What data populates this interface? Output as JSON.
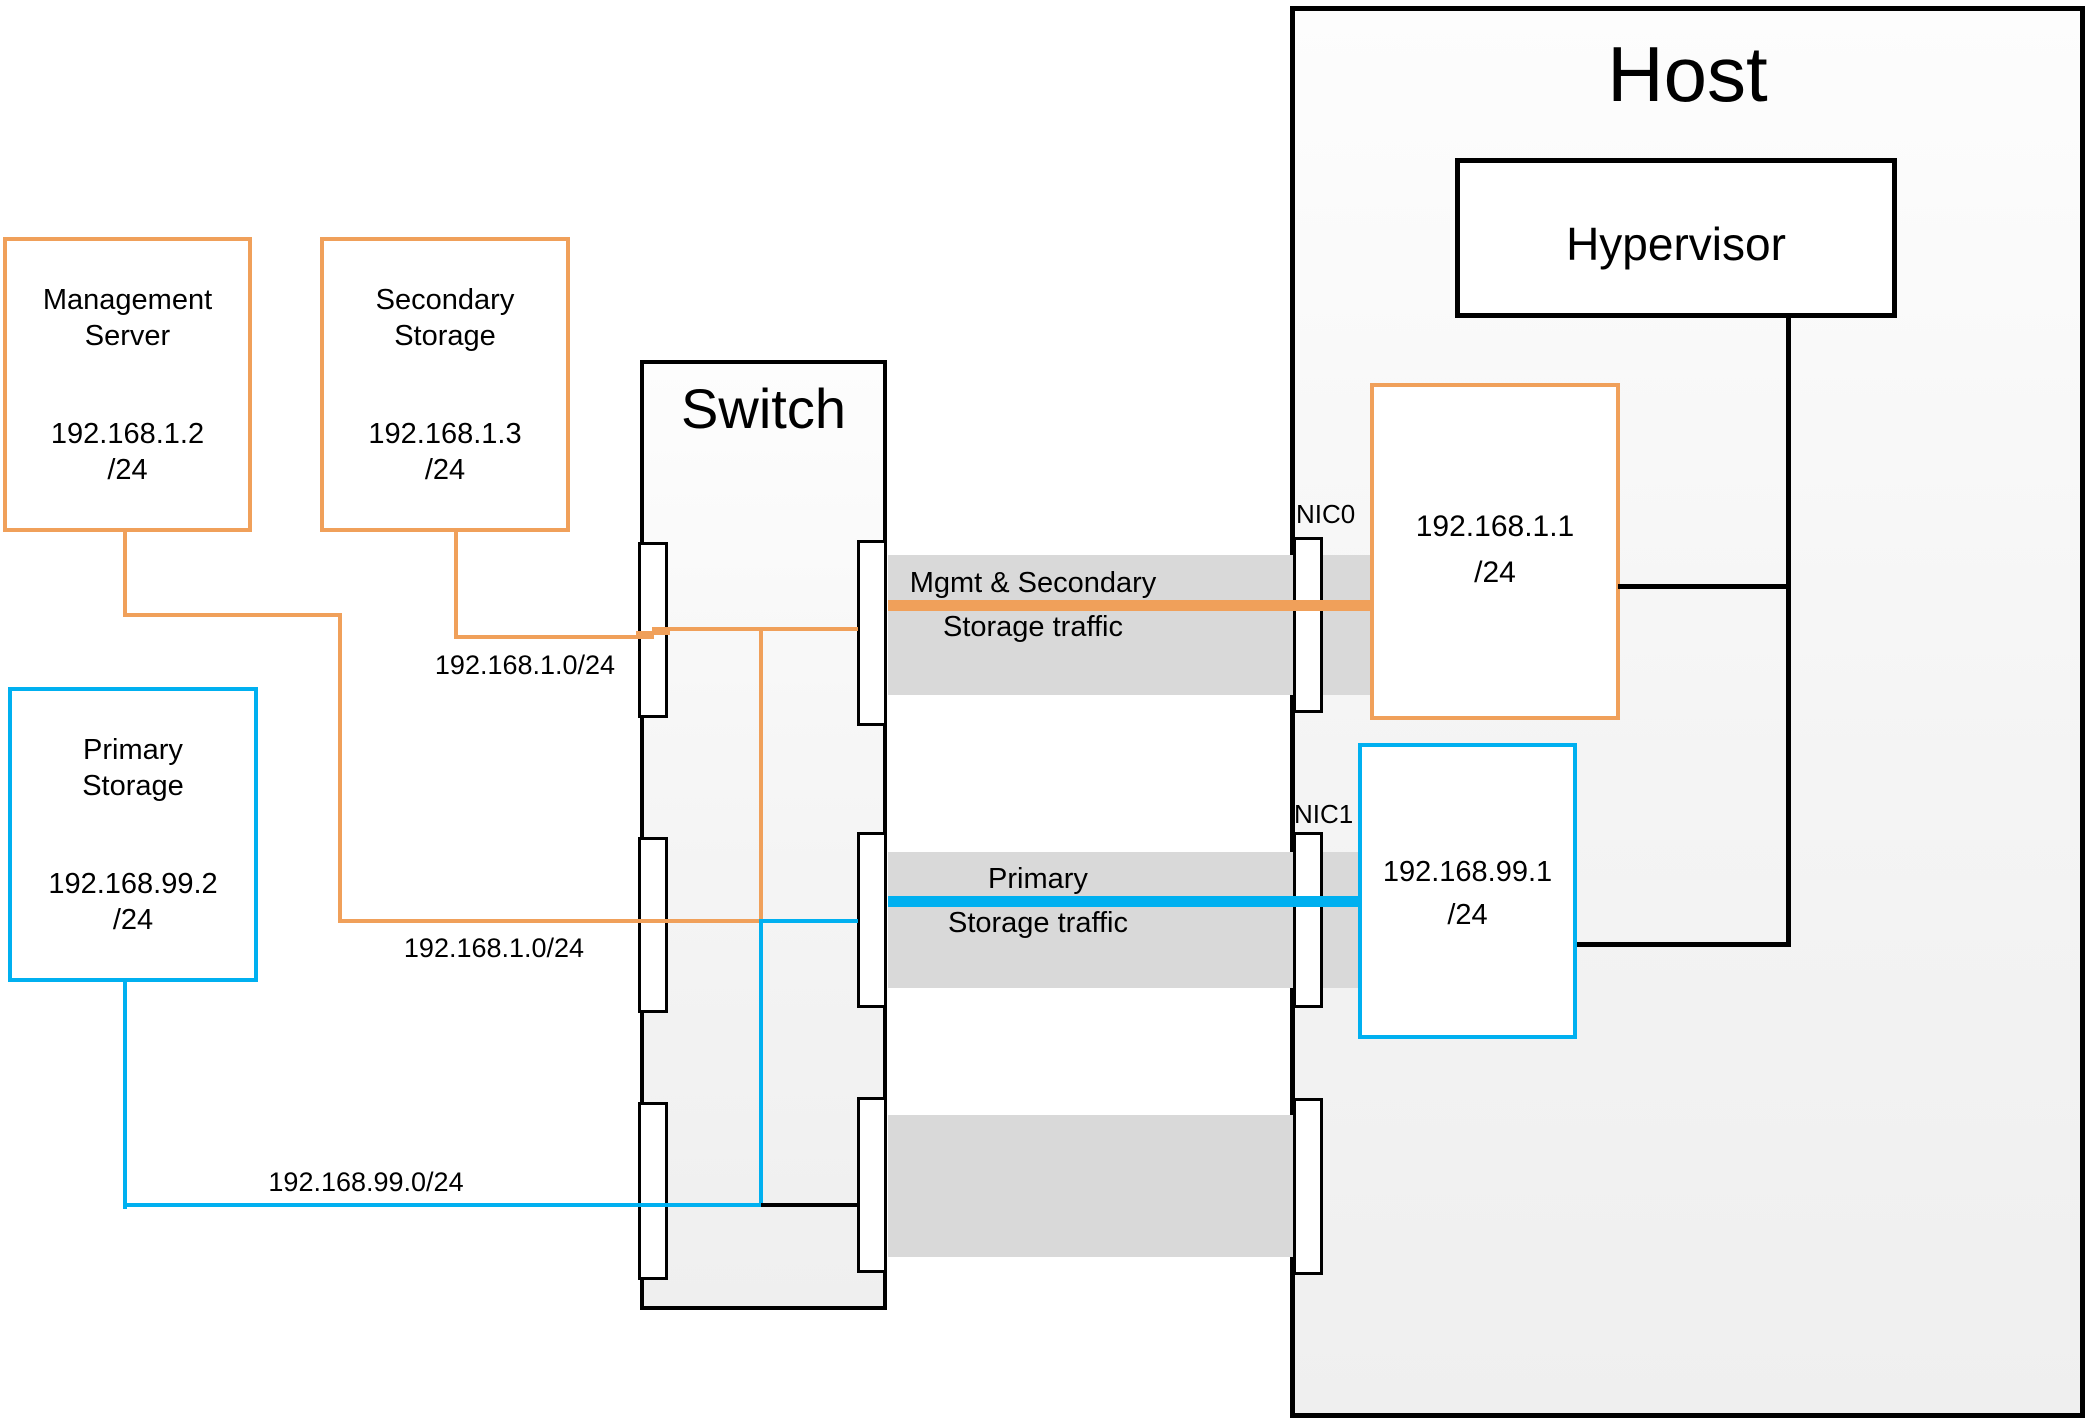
{
  "colors": {
    "orange": "#f0a05a",
    "blue": "#00b0f0",
    "band_gray": "#d9d9d9",
    "line_black": "#000000"
  },
  "host": {
    "title": "Host",
    "hypervisor_label": "Hypervisor",
    "nic0": {
      "label": "NIC0",
      "ip": "192.168.1.1",
      "mask": "/24"
    },
    "nic1": {
      "label": "NIC1",
      "ip": "192.168.99.1",
      "mask": "/24"
    }
  },
  "switch": {
    "title": "Switch"
  },
  "devices": {
    "management": {
      "name1": "Management",
      "name2": "Server",
      "ip": "192.168.1.2",
      "mask": "/24"
    },
    "secondary": {
      "name1": "Secondary",
      "name2": "Storage",
      "ip": "192.168.1.3",
      "mask": "/24"
    },
    "primary": {
      "name1": "Primary",
      "name2": "Storage",
      "ip": "192.168.99.2",
      "mask": "/24"
    }
  },
  "networks": {
    "secondary_link": "192.168.1.0/24",
    "management_link": "192.168.1.0/24",
    "primary_link": "192.168.99.0/24"
  },
  "traffic": {
    "mgmt": {
      "line1": "Mgmt & Secondary",
      "line2": "Storage traffic"
    },
    "primary": {
      "line1": "Primary",
      "line2": "Storage traffic"
    }
  }
}
